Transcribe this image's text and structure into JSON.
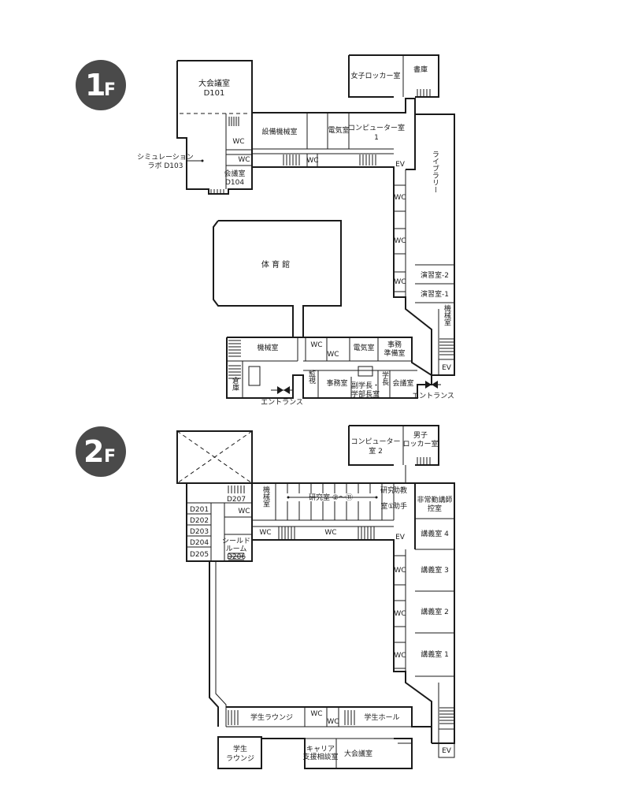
{
  "floor1": {
    "badge_num": "1",
    "badge_suffix": "F",
    "rooms": {
      "d101_name": "大会議室",
      "d101_code": "D101",
      "sim_lab_line1": "シミュレーション",
      "sim_lab_line2": "ラボ  D103",
      "d104_name": "会議室",
      "d104_code": "D104",
      "wc": "WC",
      "facility_machine": "設備機械室",
      "electric": "電気室",
      "computer1_line1": "コンピューター室",
      "computer1_line2": "1",
      "women_locker": "女子ロッカー室",
      "archive": "書庫",
      "library": "ライブラリー",
      "exercise2": "演習室-2",
      "exercise1": "演習室-1",
      "machine_small": "機械室",
      "ev": "EV",
      "gym": "体 育 館",
      "machine_room": "機械室",
      "electric_room": "電気室",
      "office_prep_line1": "事務",
      "office_prep_line2": "準備室",
      "office": "事務室",
      "vice_dean_line1": "副学長・",
      "vice_dean_line2": "学部長室",
      "dean": "学長",
      "meeting": "会議室",
      "monitor": "監視",
      "storage": "倉庫",
      "entrance_left": "エントランス",
      "entrance_right": "エントランス"
    }
  },
  "floor2": {
    "badge_num": "2",
    "badge_suffix": "F",
    "rooms": {
      "computer2_line1": "コンピューター",
      "computer2_line2": "室 2",
      "men_locker_line1": "男子",
      "men_locker_line2": "ロッカー室",
      "d201": "D201",
      "d202": "D202",
      "d203": "D203",
      "d204": "D204",
      "d205": "D205",
      "d206": "D206",
      "d207": "D207",
      "shield_line1": "シールド",
      "shield_line2": "ルーム",
      "machine": "機械室",
      "labs": "研究室 ②～⑪",
      "lab1_line1": "研究",
      "lab1_line2": "室①",
      "assistant_line1": "助教",
      "assistant_line2": "助手",
      "part_time_line1": "非常勤講師",
      "part_time_line2": "控室",
      "lecture4": "講義室 4",
      "lecture3": "講義室 3",
      "lecture2": "講義室 2",
      "lecture1": "講義室 1",
      "wc": "WC",
      "ev": "EV",
      "student_lounge": "学生ラウンジ",
      "student_hall": "学生ホール",
      "lounge2_line1": "学生",
      "lounge2_line2": "ラウンジ",
      "career_line1": "キャリア",
      "career_line2": "支援相談室",
      "conference": "大会議室"
    }
  },
  "colors": {
    "badge": "#4a4a4a",
    "line": "#1a1a1a"
  }
}
